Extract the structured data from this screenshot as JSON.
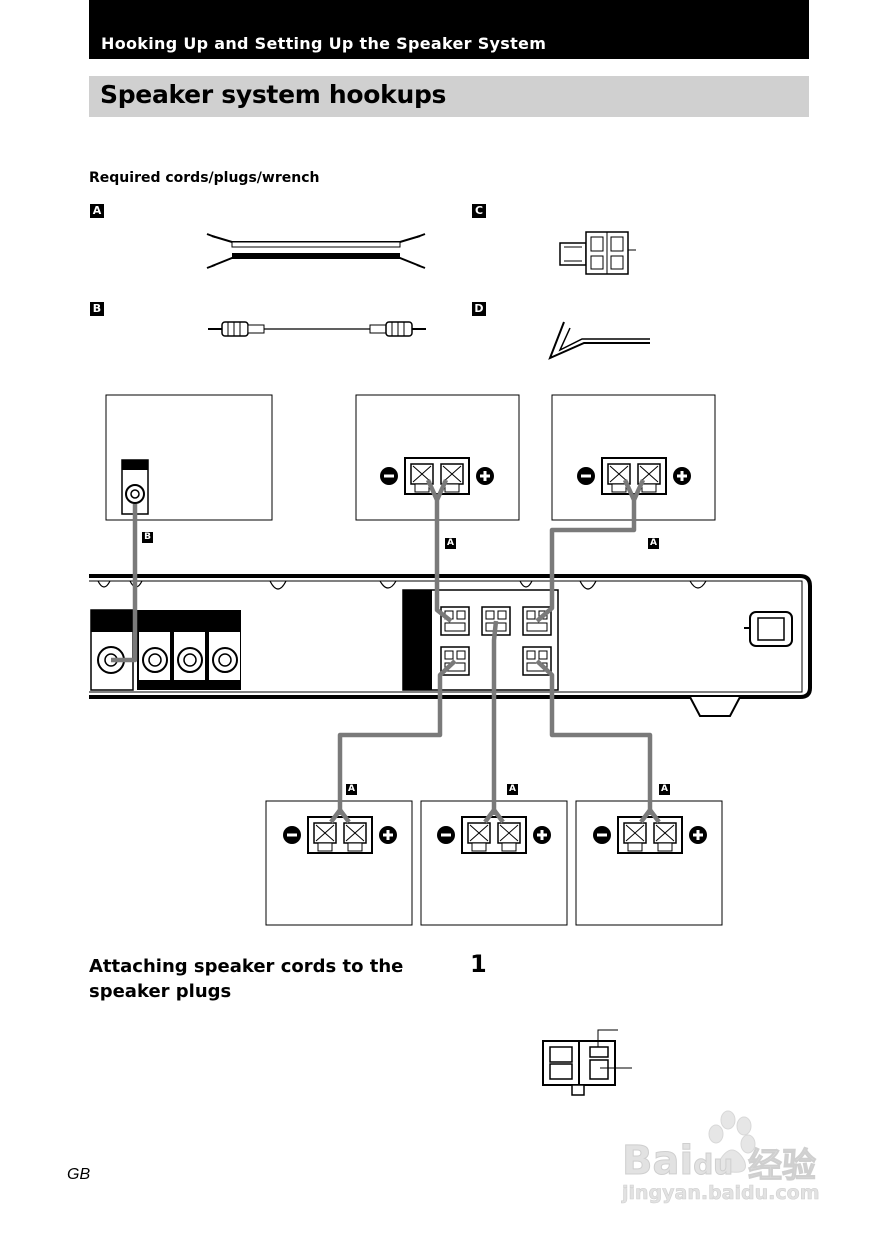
{
  "header": {
    "section_title": "Hooking Up and Setting Up the Speaker System"
  },
  "title_bar": {
    "title": "Speaker system hookups"
  },
  "required": {
    "heading": "Required cords/plugs/wrench",
    "items": [
      {
        "letter": "A",
        "icon": "speaker-cord-icon"
      },
      {
        "letter": "B",
        "icon": "video-cord-icon"
      },
      {
        "letter": "C",
        "icon": "speaker-plug-icon"
      },
      {
        "letter": "D",
        "icon": "hex-wrench-icon"
      }
    ]
  },
  "diagram": {
    "cord_labels": [
      "B",
      "A",
      "A",
      "A",
      "A",
      "A"
    ]
  },
  "attach_section": {
    "heading": "Attaching speaker cords to the speaker plugs",
    "step_number": "1"
  },
  "footer": {
    "page_code": "GB"
  },
  "watermark": {
    "brand": "Bai",
    "brand2": "du",
    "cn": "经验",
    "url": "jingyan.baidu.com"
  },
  "colors": {
    "header_bg": "#000000",
    "title_bg": "#d0d0d0",
    "cord": "#7a7a7a"
  }
}
